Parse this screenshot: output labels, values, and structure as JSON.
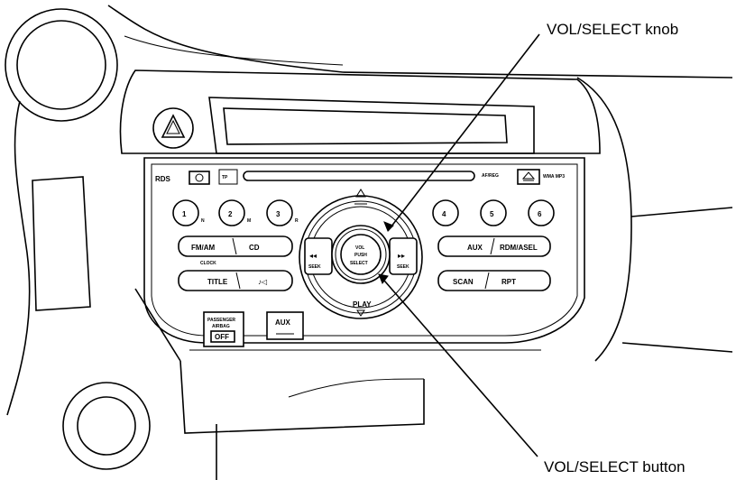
{
  "callouts": {
    "knob": "VOL/SELECT knob",
    "button": "VOL/SELECT button"
  },
  "panel": {
    "rds": "RDS",
    "tp": "TP",
    "preset_buttons": [
      "1",
      "2",
      "3",
      "4",
      "5",
      "6"
    ],
    "preset_sublabels": {
      "p1": "N",
      "p2": "M",
      "p3": "R"
    },
    "fm_am": "FM/AM",
    "cd": "CD",
    "clock": "CLOCK",
    "title": "TITLE",
    "aux_btn": "AUX",
    "rdm_asel": "RDM/ASEL",
    "scan": "SCAN",
    "rpt": "RPT",
    "seek_left": "SEEK",
    "seek_right": "SEEK",
    "knob_vol": "VOL",
    "knob_push": "PUSH",
    "knob_select": "SELECT",
    "play": "PLAY",
    "af_reg": "AF/REG",
    "wma_mp3": "WMA MP3",
    "airbag_line1": "PASSENGER",
    "airbag_line2": "AIRBAG",
    "airbag_off": "OFF",
    "aux_jack": "AUX"
  }
}
